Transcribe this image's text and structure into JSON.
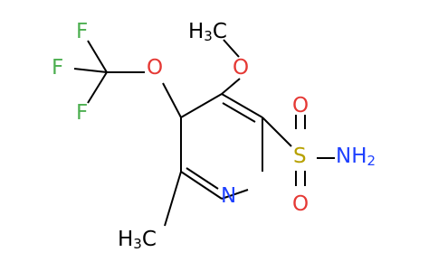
{
  "molecule": {
    "atoms": {
      "f1": {
        "symbol": "F",
        "color": "#4caf50"
      },
      "f2": {
        "symbol": "F",
        "color": "#4caf50"
      },
      "f3": {
        "symbol": "F",
        "color": "#4caf50"
      },
      "o_trifluoromethoxy": {
        "symbol": "O",
        "color": "#e53935"
      },
      "o_methoxy": {
        "symbol": "O",
        "color": "#e53935"
      },
      "methoxy_methyl": {
        "main": "H",
        "sub": "3",
        "tail": "C",
        "color": "#000000"
      },
      "sulfur": {
        "symbol": "S",
        "color": "#b7a100"
      },
      "o_sulfonyl_top": {
        "symbol": "O",
        "color": "#e53935"
      },
      "o_sulfonyl_bottom": {
        "symbol": "O",
        "color": "#e53935"
      },
      "amine": {
        "main": "NH",
        "sub": "2",
        "color": "#1e40ff"
      },
      "ring_nitrogen": {
        "symbol": "N",
        "color": "#1e40ff"
      },
      "ring_methyl": {
        "main": "H",
        "sub": "3",
        "tail": "C",
        "color": "#000000"
      }
    }
  }
}
